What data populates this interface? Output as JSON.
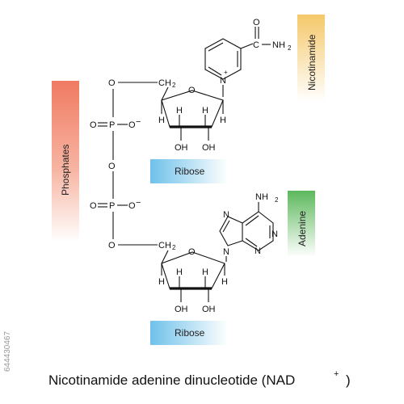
{
  "title": "Nicotinamide adenine dinucleotide (NAD",
  "title_charge": "+",
  "watermark_id": "644430467",
  "labels": {
    "phosphates": "Phosphates",
    "nicotinamide": "Nicotinamide",
    "adenine": "Adenine",
    "ribose_top": "Ribose",
    "ribose_bottom": "Ribose"
  },
  "atoms": {
    "O": "O",
    "C": "C",
    "N": "N",
    "H": "H",
    "P": "P",
    "OH": "OH",
    "NH": "NH",
    "sub2": "2",
    "minus": "−",
    "plus": "+"
  },
  "colors": {
    "phosphates": "#f08a70",
    "nicotinamide": "#f5c86a",
    "adenine": "#5cb85c",
    "ribose": "#6fc1ea"
  }
}
